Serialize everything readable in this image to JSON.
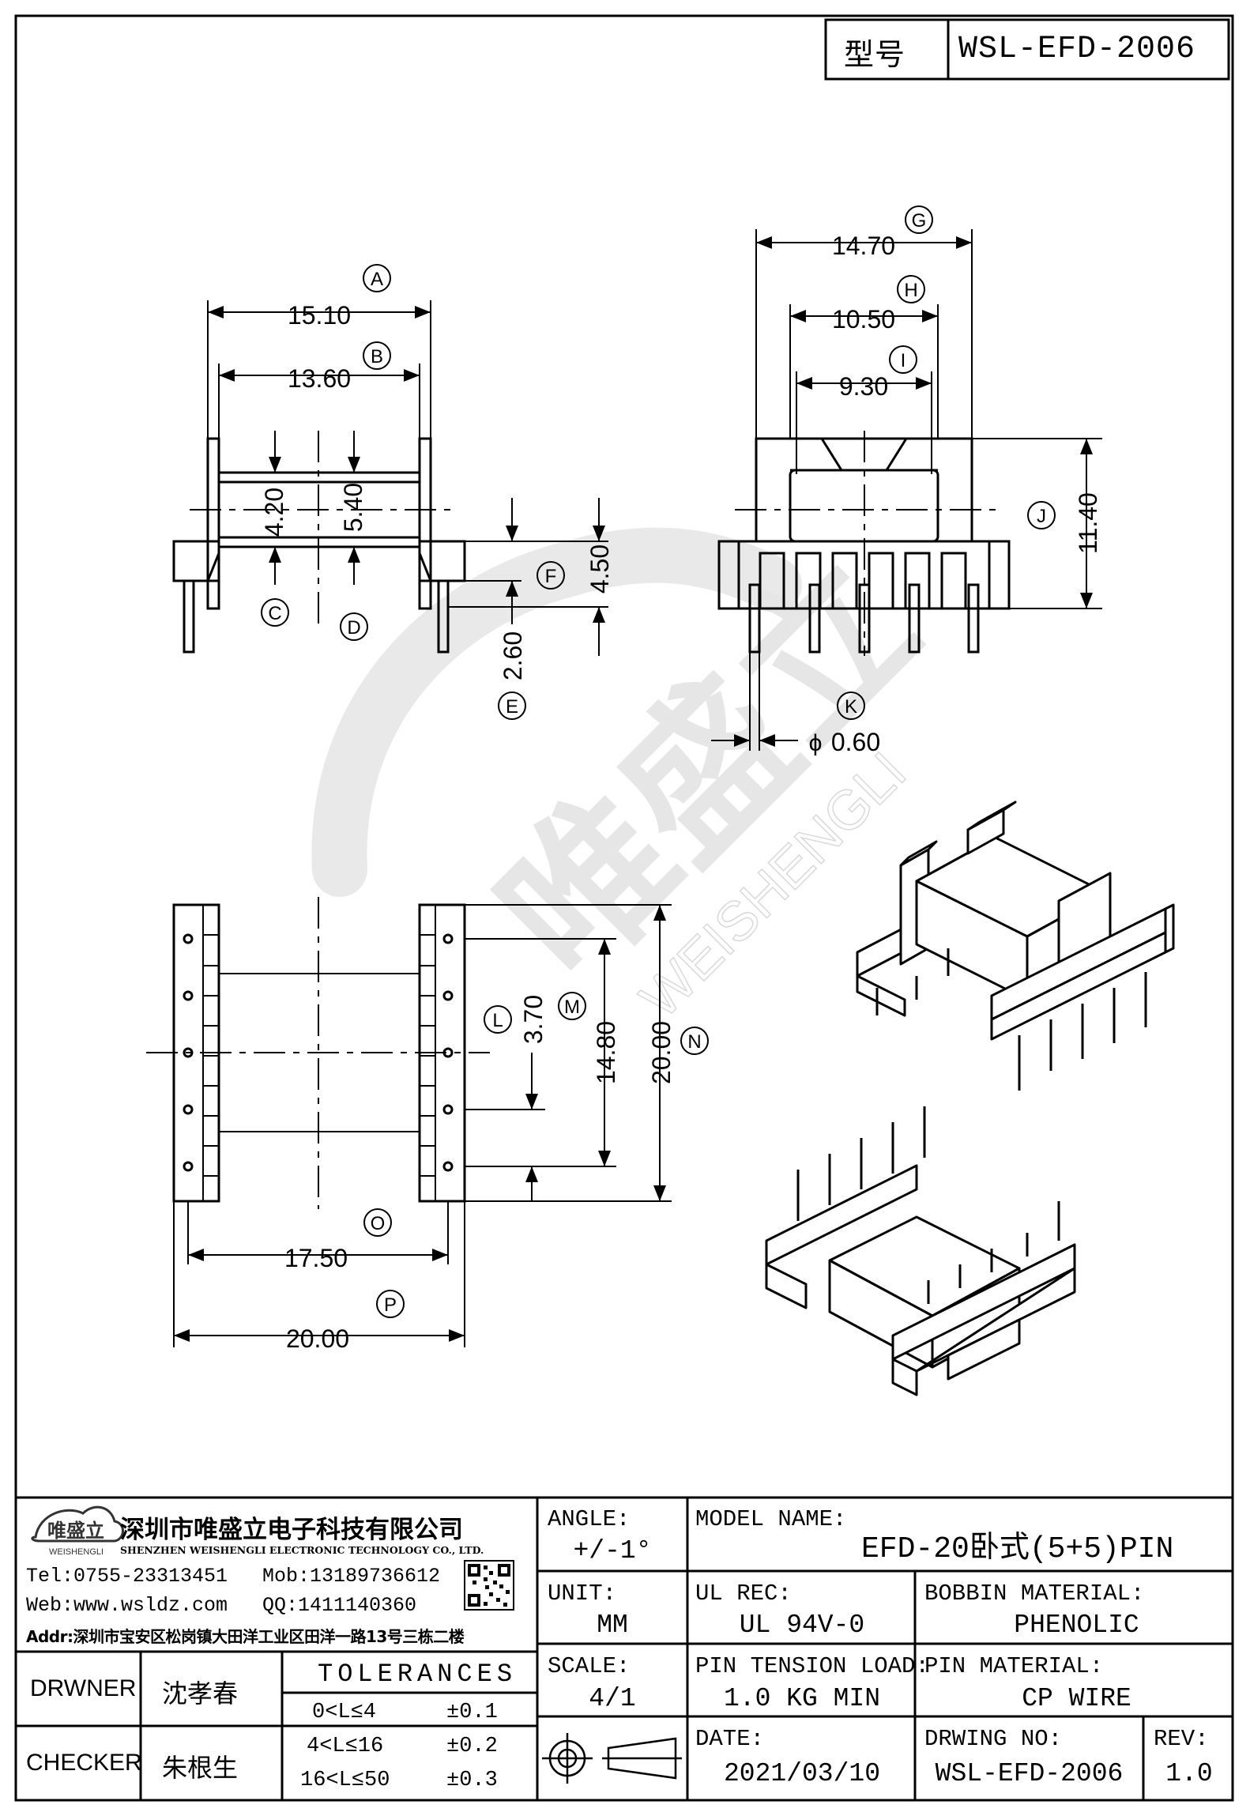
{
  "header": {
    "model_label": "型号",
    "model_value": "WSL-EFD-2006"
  },
  "dimensions": {
    "A": "15.10",
    "B": "13.60",
    "C": "4.20",
    "D": "5.40",
    "E": "2.60",
    "F": "4.50",
    "G": "14.70",
    "H": "10.50",
    "I": "9.30",
    "J": "11.40",
    "K": "0.60",
    "K_prefix": "ϕ",
    "L": "3.70",
    "M": "14.80",
    "N": "20.00",
    "O": "17.50",
    "P": "20.00"
  },
  "watermark": {
    "cn": "唯盛立",
    "en": "WEISHENGLI"
  },
  "company": {
    "logo_cn": "唯盛立",
    "logo_en": "WEISHENGLI",
    "name_cn": "深圳市唯盛立电子科技有限公司",
    "name_en": "SHENZHEN WEISHENGLI ELECTRONIC TECHNOLOGY CO., LTD.",
    "tel": "Tel:0755-23313451",
    "mob": "Mob:13189736612",
    "web": "Web:www.wsldz.com",
    "qq": "QQ:1411140360",
    "addr": "Addr:深圳市宝安区松岗镇大田洋工业区田洋一路13号三栋二楼"
  },
  "title_block": {
    "angle_label": "ANGLE:",
    "angle_value": "+/-1°",
    "model_name_label": "MODEL NAME:",
    "model_name_value": "EFD-20卧式(5+5)PIN",
    "unit_label": "UNIT:",
    "unit_value": "MM",
    "ul_label": "UL REC:",
    "ul_value": "UL 94V-0",
    "bobbin_label": "BOBBIN MATERIAL:",
    "bobbin_value": "PHENOLIC",
    "scale_label": "SCALE:",
    "scale_value": "4/1",
    "pin_tension_label": "PIN TENSION LOAD:",
    "pin_tension_value": "1.0 KG MIN",
    "pin_material_label": "PIN MATERIAL:",
    "pin_material_value": "CP WIRE",
    "date_label": "DATE:",
    "date_value": "2021/03/10",
    "drawing_no_label": "DRWING NO:",
    "drawing_no_value": "WSL-EFD-2006",
    "rev_label": "REV:",
    "rev_value": "1.0",
    "drawer_label": "DRWNER",
    "drawer_value": "沈孝春",
    "checker_label": "CHECKER",
    "checker_value": "朱根生",
    "tolerances_label": "TOLERANCES",
    "tolerances": [
      {
        "range": "0<L≤4",
        "value": "±0.1"
      },
      {
        "range": "4<L≤16",
        "value": "±0.2"
      },
      {
        "range": "16<L≤50",
        "value": "±0.3"
      }
    ]
  },
  "colors": {
    "line": "#000000",
    "watermark": "#e6e6e6",
    "paper": "#ffffff"
  }
}
